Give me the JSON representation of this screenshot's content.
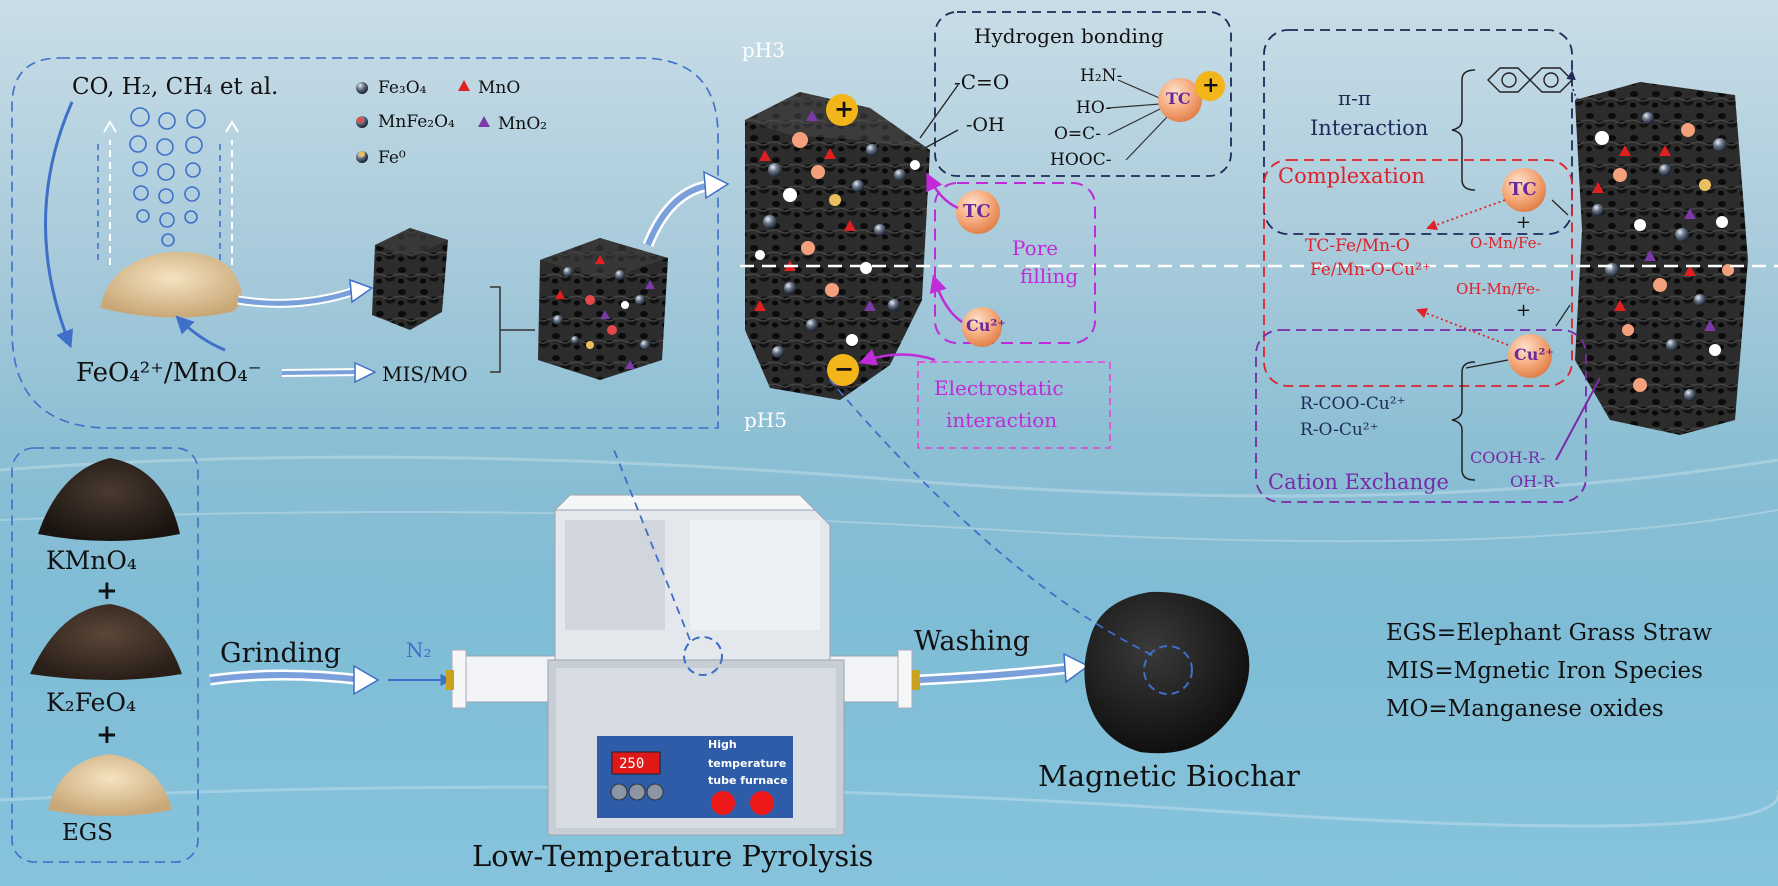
{
  "gases": "CO, H₂, CH₄ et al.",
  "oxidants": "FeO₄²⁺/MnO₄⁻",
  "mis_mo": "MIS/MO",
  "legend": {
    "fe3o4": "Fe₃O₄",
    "mno": "MnO",
    "mnfe2o4": "MnFe₂O₄",
    "mno2": "MnO₂",
    "fe0": "Fe⁰"
  },
  "ph3": "pH3",
  "ph5": "pH5",
  "hydrogen_bonding": "Hydrogen bonding",
  "groups": {
    "c_eq_o": "-C=O",
    "oh": "-OH",
    "h2n": "H₂N-",
    "ho": "HO-",
    "o_eq_c": "O=C-",
    "hooc": "HOOC-"
  },
  "tc": "TC",
  "cu2": "Cu²⁺",
  "plus_sign": "+",
  "minus_sign": "−",
  "pore_filling": [
    "Pore",
    "filling"
  ],
  "electrostatic": [
    "Electrostatic",
    "interaction"
  ],
  "pi_pi": [
    "π-π",
    "Interaction"
  ],
  "complexation": "Complexation",
  "complex_products": [
    "TC-Fe/Mn-O",
    "Fe/Mn-O-Cu²⁺"
  ],
  "o_mn_fe": "O-Mn/Fe-",
  "oh_mn_fe": "OH-Mn/Fe-",
  "cation_products": [
    "R-COO-Cu²⁺",
    "R-O-Cu²⁺"
  ],
  "cation_exchange": "Cation Exchange",
  "cooh_r": "COOH-R-",
  "oh_r": "OH-R-",
  "precursors": {
    "kmno4": "KMnO₄",
    "k2feo4": "K₂FeO₄",
    "egs": "EGS",
    "plus": "+"
  },
  "grinding": "Grinding",
  "n2": "N₂",
  "washing": "Washing",
  "furnace": {
    "display": "250",
    "label": [
      "High",
      "temperature",
      "tube furnace"
    ]
  },
  "magnetic_biochar": "Magnetic Biochar",
  "pyrolysis": "Low-Temperature Pyrolysis",
  "abbreviations": [
    "EGS=Elephant Grass Straw",
    "MIS=Mgnetic Iron Species",
    "MO=Manganese oxides"
  ],
  "colors": {
    "blue_dash": "#3f6fc8",
    "navy_dash": "#1f2a5a",
    "red_dash": "#e0202a",
    "purple_dash": "#7a2aa8",
    "magenta": "#c02ad8",
    "tc_orange": "#f0a070",
    "ion_yellow": "#f2b51a"
  }
}
